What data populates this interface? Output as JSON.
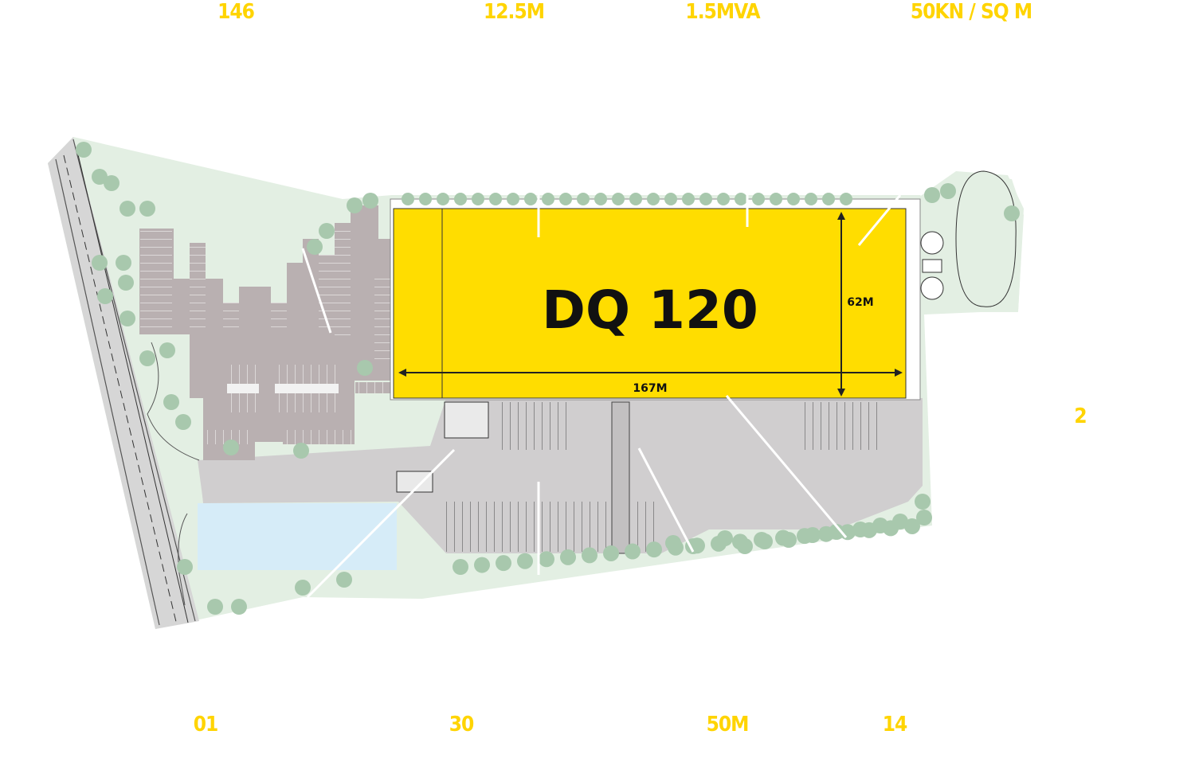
{
  "top_stats": [
    "146",
    "12.5M",
    "1.5MVA",
    "50KN / SQ M"
  ],
  "bottom_stats": [
    "01",
    "30",
    "50M",
    "14"
  ],
  "side_stat": "2",
  "building": {
    "name": "DQ 120",
    "length_label": "167M",
    "width_label": "62M"
  },
  "colors": {
    "building": "#ffdd00",
    "stat_text": "#ffd400",
    "landscape": "#e3efe3",
    "trees": "#a8c8ad",
    "paving": "#d0cecf",
    "car_park": "#b9b0b1",
    "pond": "#d6ecf8",
    "leader_lines": "#ffffff"
  }
}
